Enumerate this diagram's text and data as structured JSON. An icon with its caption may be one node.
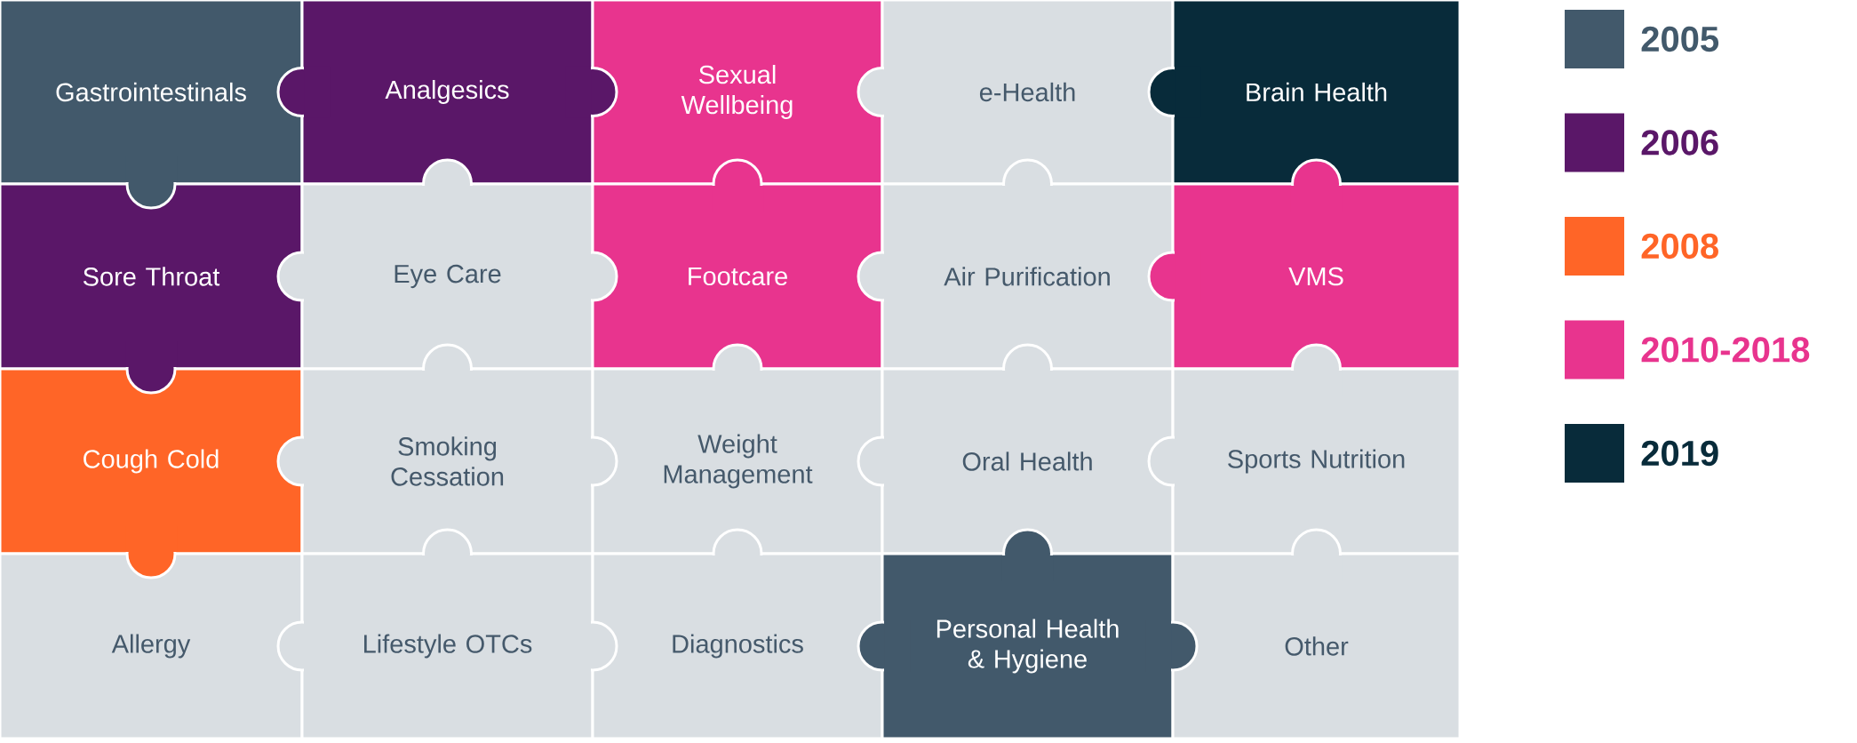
{
  "diagram": {
    "nodes": [
      {
        "text": [
          "Gastrointestinals"
        ]
      },
      {
        "text": [
          "Analgesics"
        ]
      },
      {
        "text": [
          "Sexual Wellbeing"
        ]
      },
      {
        "text": [
          "e-Health"
        ]
      },
      {
        "text": [
          "Brain Health"
        ]
      },
      {
        "text": [
          "Sore Throat"
        ]
      },
      {
        "text": [
          "Eye Care"
        ]
      },
      {
        "text": [
          "Footcare"
        ]
      },
      {
        "text": [
          "Air Purification"
        ]
      },
      {
        "text": [
          "VMS"
        ]
      },
      {
        "text": [
          "Cough Cold"
        ]
      },
      {
        "text": [
          "Smoking Cessation"
        ]
      },
      {
        "text": [
          "Weight Management"
        ]
      },
      {
        "text": [
          "Oral Health"
        ]
      },
      {
        "text": [
          "Sports Nutrition"
        ]
      },
      {
        "text": [
          "Allergy"
        ]
      },
      {
        "text": [
          "Lifestyle OTCs"
        ]
      },
      {
        "text": [
          "Diagnostics"
        ]
      },
      {
        "text": [
          "Personal Health & Hygiene"
        ]
      },
      {
        "text": [
          "Other"
        ]
      }
    ],
    "legend": [
      {
        "text": "2005",
        "color": "#42596b"
      },
      {
        "text": "2006",
        "color": "#5a1768"
      },
      {
        "text": "2008",
        "color": "#ff6527"
      },
      {
        "text": "2010-2018",
        "color": "#e8348e"
      },
      {
        "text": "2019",
        "color": "#082b3a"
      }
    ]
  }
}
